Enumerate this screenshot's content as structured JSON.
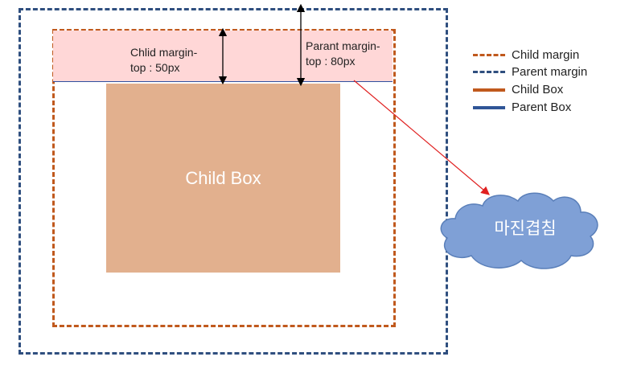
{
  "labels": {
    "child_box": "Child Box",
    "child_margin_note": "Chlid margin-\ntop : 50px",
    "parent_margin_note": "Parant margin-\ntop : 80px",
    "cloud": "마진겹침"
  },
  "legend": [
    {
      "label": "Child margin",
      "color": "#c0591d",
      "style": "dashed"
    },
    {
      "label": "Parent margin",
      "color": "#2f4f7f",
      "style": "dashed"
    },
    {
      "label": "Child Box",
      "color": "#c0591d",
      "style": "solid"
    },
    {
      "label": "Parent Box",
      "color": "#2f5597",
      "style": "solid"
    }
  ],
  "colors": {
    "overlap_band": "#ffd7d7",
    "child_box_fill": "#e2b08e",
    "cloud_fill": "#7fa0d6",
    "pointer_arrow": "#e02020"
  }
}
